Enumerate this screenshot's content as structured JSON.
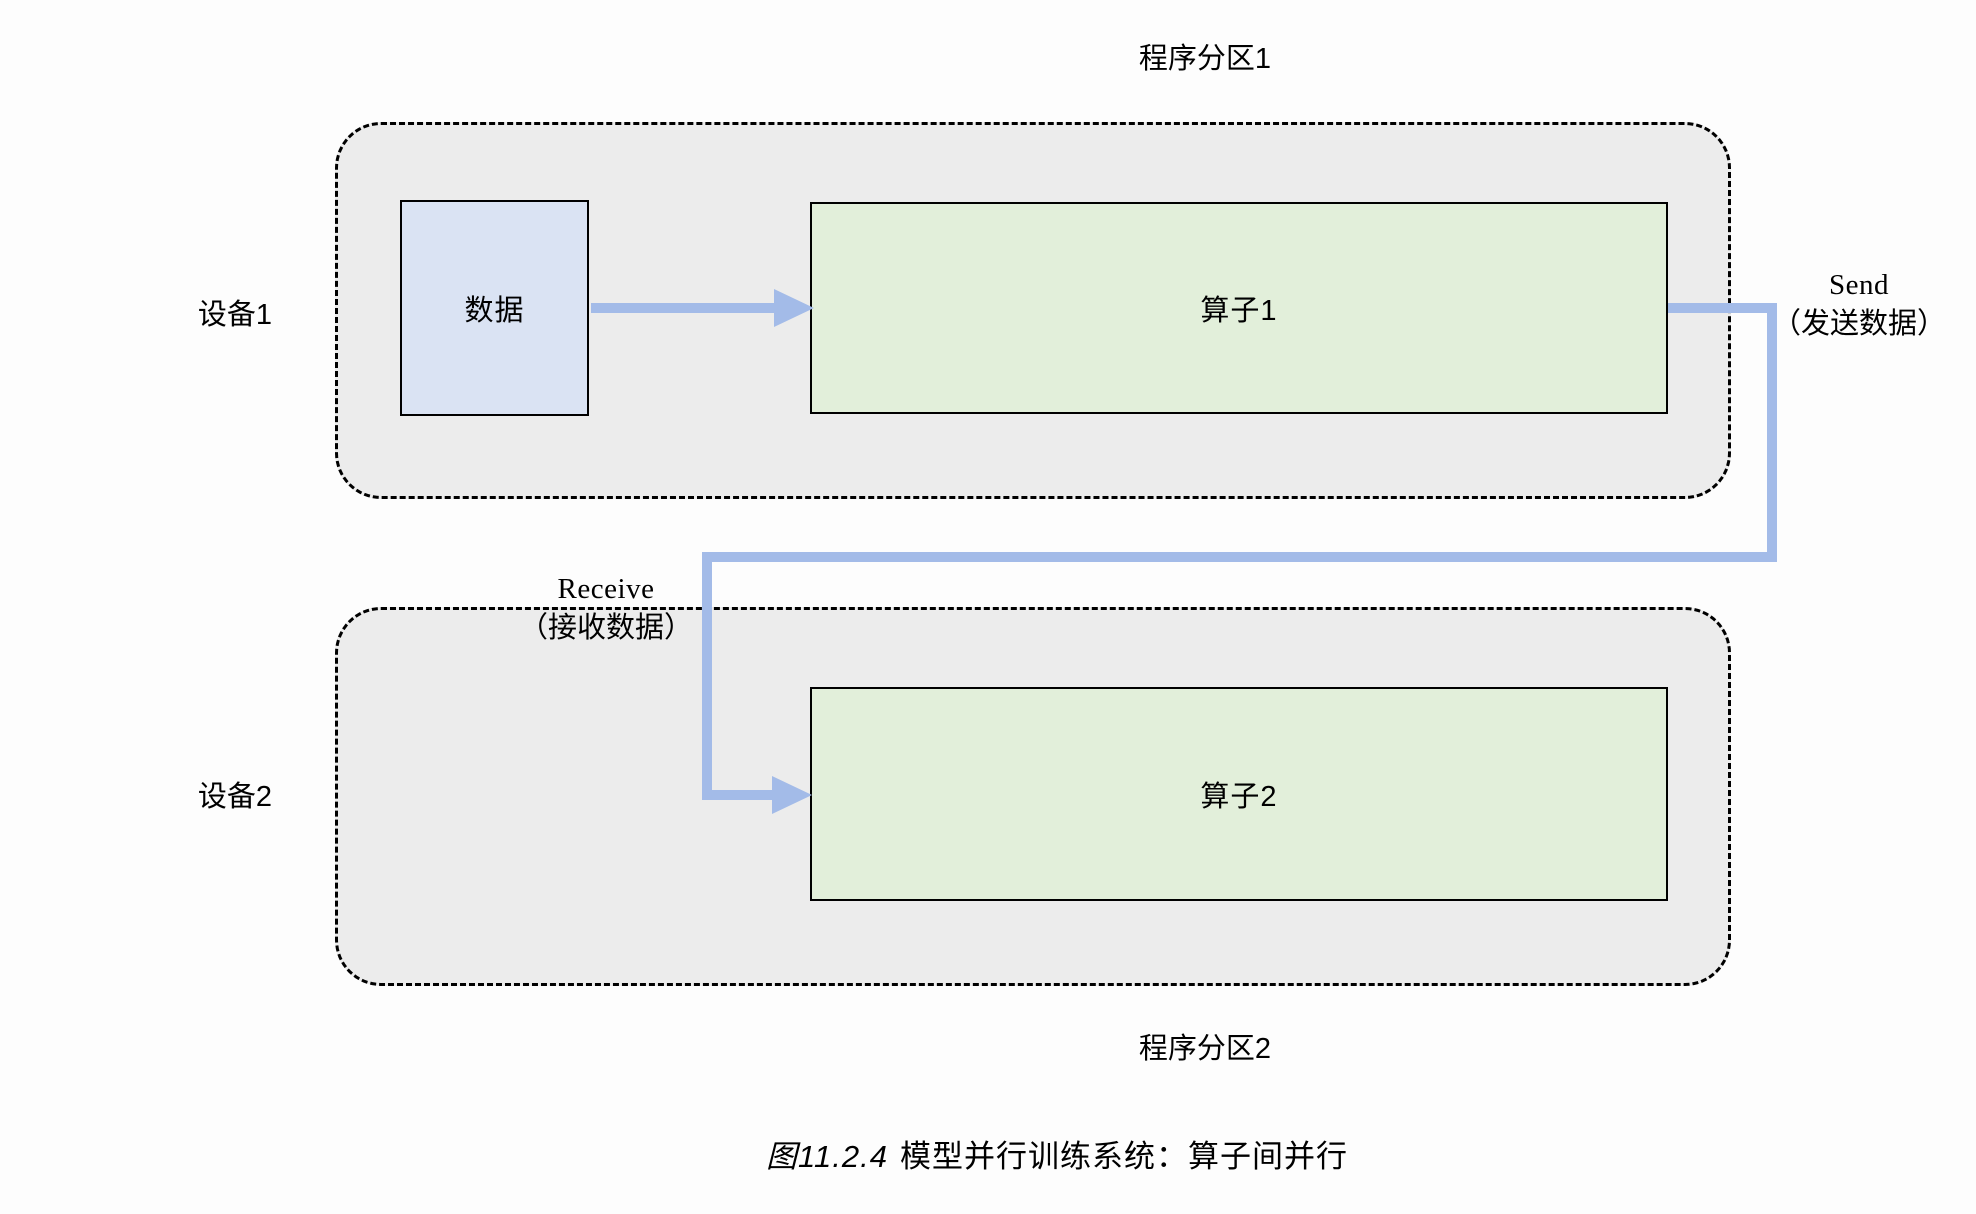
{
  "diagram": {
    "partition1_label": "程序分区1",
    "partition2_label": "程序分区2",
    "device1_label": "设备1",
    "device2_label": "设备2",
    "data_box_label": "数据",
    "operator1_label": "算子1",
    "operator2_label": "算子2",
    "send_label_en": "Send",
    "send_label_zh": "（发送数据）",
    "receive_label_en": "Receive",
    "receive_label_zh": "（接收数据）"
  },
  "caption": {
    "figure_number": "图11.2.4",
    "text": "模型并行训练系统：算子间并行"
  },
  "colors": {
    "background": "#fdfdfd",
    "partition_fill": "#ececec",
    "partition_border": "#000000",
    "box_border": "#000000",
    "data_fill": "#dae3f3",
    "operator_fill": "#e2efda",
    "arrow": "#a3bbe8",
    "text": "#000000"
  }
}
